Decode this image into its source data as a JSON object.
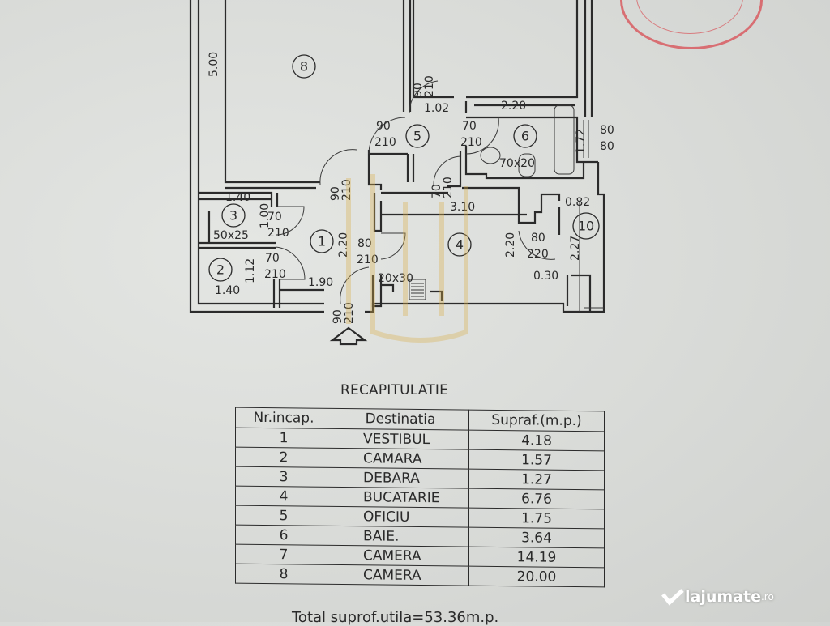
{
  "plan": {
    "room_numbers": [
      "8",
      "5",
      "6",
      "3",
      "10",
      "1",
      "4",
      "2"
    ],
    "dimensions": [
      "5.00",
      "90",
      "210",
      "1.02",
      "2.20",
      "90",
      "210",
      "70",
      "210",
      "1.72",
      "80",
      "80",
      "70x20",
      "90",
      "210",
      "70",
      "210",
      "1.40",
      "1.00",
      "70",
      "210",
      "50x25",
      "3.10",
      "0.82",
      "2.20",
      "80",
      "210",
      "2.20",
      "80",
      "220",
      "2.27",
      "1.12",
      "70",
      "210",
      "1.90",
      "1.40",
      "20x30",
      "0.30",
      "90",
      "210"
    ]
  },
  "summary": {
    "title": "RECAPITULATIE",
    "columns": [
      "Nr.incap.",
      "Destinatia",
      "Supraf.(m.p.)"
    ],
    "rows": [
      [
        "1",
        "VESTIBUL",
        "4.18"
      ],
      [
        "2",
        "CAMARA",
        "1.57"
      ],
      [
        "3",
        "DEBARA",
        "1.27"
      ],
      [
        "4",
        "BUCATARIE",
        "6.76"
      ],
      [
        "5",
        "OFICIU",
        "1.75"
      ],
      [
        "6",
        "BAIE.",
        "3.64"
      ],
      [
        "7",
        "CAMERA",
        "14.19"
      ],
      [
        "8",
        "CAMERA",
        "20.00"
      ]
    ],
    "total": "Total suprof.utila=53.36m.p."
  },
  "watermark": {
    "site": "lajumate",
    "tld": ".ro"
  },
  "colors": {
    "ink": "#2b2b2b",
    "stamp": "#d8545a",
    "paper": "#dcdedb"
  }
}
